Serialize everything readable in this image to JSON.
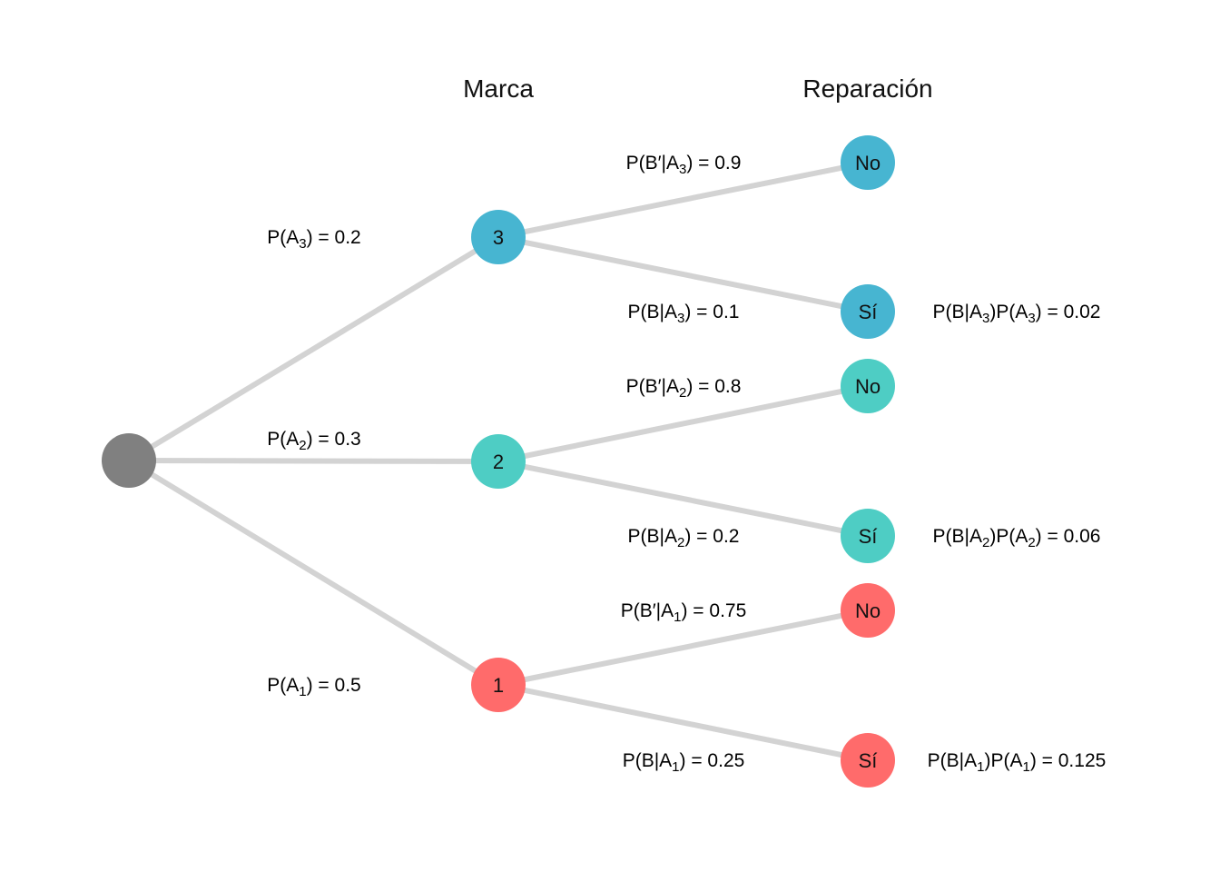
{
  "headers": {
    "level1": "Marca",
    "level2": "Reparación"
  },
  "colors": {
    "root": "#808080",
    "edge": "#d3d3d3",
    "brand3": "#47b5d1",
    "brand2": "#4ecdc4",
    "brand1": "#ff6b6b"
  },
  "root": {
    "label": ""
  },
  "branches": [
    {
      "brand": "3",
      "color_key": "brand3",
      "prob_label": {
        "pre": "P(A",
        "sub": "3",
        "post": ") = 0.2"
      },
      "prob": 0.2,
      "leaves": [
        {
          "label": "No",
          "prob": 0.9,
          "edge_label": {
            "pre": "P(B′|A",
            "sub": "3",
            "post": ") = 0.9"
          }
        },
        {
          "label": "Sí",
          "prob": 0.1,
          "edge_label": {
            "pre": "P(B|A",
            "sub": "3",
            "post": ") = 0.1"
          },
          "joint": {
            "p1": "P(B|A",
            "s1": "3",
            "p2": ")P(A",
            "s2": "3",
            "p3": ") = 0.02"
          },
          "joint_value": 0.02
        }
      ]
    },
    {
      "brand": "2",
      "color_key": "brand2",
      "prob_label": {
        "pre": "P(A",
        "sub": "2",
        "post": ") = 0.3"
      },
      "prob": 0.3,
      "leaves": [
        {
          "label": "No",
          "prob": 0.8,
          "edge_label": {
            "pre": "P(B′|A",
            "sub": "2",
            "post": ") = 0.8"
          }
        },
        {
          "label": "Sí",
          "prob": 0.2,
          "edge_label": {
            "pre": "P(B|A",
            "sub": "2",
            "post": ") = 0.2"
          },
          "joint": {
            "p1": "P(B|A",
            "s1": "2",
            "p2": ")P(A",
            "s2": "2",
            "p3": ") = 0.06"
          },
          "joint_value": 0.06
        }
      ]
    },
    {
      "brand": "1",
      "color_key": "brand1",
      "prob_label": {
        "pre": "P(A",
        "sub": "1",
        "post": ") = 0.5"
      },
      "prob": 0.5,
      "leaves": [
        {
          "label": "No",
          "prob": 0.75,
          "edge_label": {
            "pre": "P(B′|A",
            "sub": "1",
            "post": ") = 0.75"
          }
        },
        {
          "label": "Sí",
          "prob": 0.25,
          "edge_label": {
            "pre": "P(B|A",
            "sub": "1",
            "post": ") = 0.25"
          },
          "joint": {
            "p1": "P(B|A",
            "s1": "1",
            "p2": ")P(A",
            "s2": "1",
            "p3": ") = 0.125"
          },
          "joint_value": 0.125
        }
      ]
    }
  ]
}
